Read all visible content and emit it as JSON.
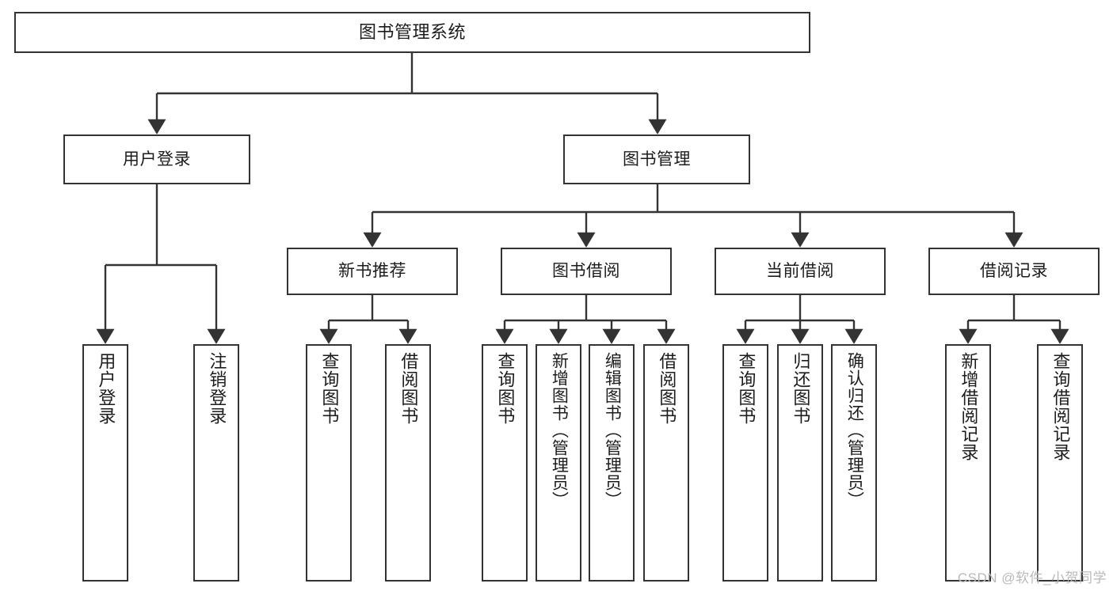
{
  "diagram": {
    "title": "图书管理系统",
    "type": "tree",
    "orientation": "top-down",
    "line_color": "#333333",
    "box_fill": "#ffffff",
    "text_color": "#1c1c1c",
    "watermark": "CSDN @软件_小贺同学",
    "root": {
      "id": "root",
      "label": "图书管理系统"
    },
    "level2": [
      {
        "id": "user-login",
        "label": "用户登录"
      },
      {
        "id": "book-manage",
        "label": "图书管理"
      }
    ],
    "level3": [
      {
        "id": "new-book-recommend",
        "label": "新书推荐"
      },
      {
        "id": "book-borrow",
        "label": "图书借阅"
      },
      {
        "id": "current-borrow",
        "label": "当前借阅"
      },
      {
        "id": "borrow-record",
        "label": "借阅记录"
      }
    ],
    "leaves": {
      "user_login": [
        {
          "id": "leaf-user-login",
          "label": "用户登录"
        },
        {
          "id": "leaf-user-logout",
          "label": "注销登录"
        }
      ],
      "new_book_recommend": [
        {
          "id": "leaf-query-book-1",
          "label": "查询图书"
        },
        {
          "id": "leaf-borrow-book-1",
          "label": "借阅图书"
        }
      ],
      "book_borrow": [
        {
          "id": "leaf-query-book-2",
          "label": "查询图书"
        },
        {
          "id": "leaf-add-book",
          "label": "新增图书（管理员）"
        },
        {
          "id": "leaf-edit-book",
          "label": "编辑图书（管理员）"
        },
        {
          "id": "leaf-borrow-book-2",
          "label": "借阅图书"
        }
      ],
      "current_borrow": [
        {
          "id": "leaf-query-book-3",
          "label": "查询图书"
        },
        {
          "id": "leaf-return-book",
          "label": "归还图书"
        },
        {
          "id": "leaf-confirm-return",
          "label": "确认归还（管理员）"
        }
      ],
      "borrow_record": [
        {
          "id": "leaf-add-record",
          "label": "新增借阅记录"
        },
        {
          "id": "leaf-query-record",
          "label": "查询借阅记录"
        }
      ]
    }
  }
}
